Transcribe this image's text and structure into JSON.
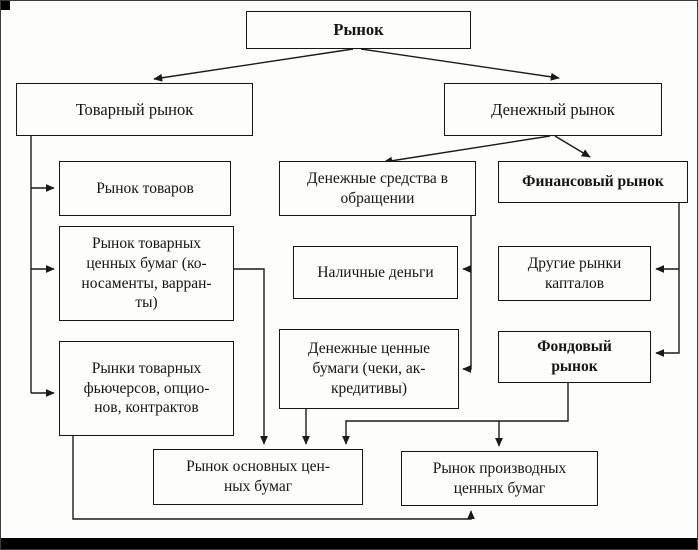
{
  "diagram": {
    "title": "Рынок",
    "nodes": {
      "root": {
        "label": "Рынок"
      },
      "commodity_market": {
        "label": "Товарный рынок"
      },
      "money_market": {
        "label": "Денежный рынок"
      },
      "goods_market": {
        "label": "Рынок товаров"
      },
      "commodity_securities": {
        "label": "Рынок товарных\nценных бумаг (ко-\nносаменты, варран-\nты)"
      },
      "futures_markets": {
        "label": "Рынки товарных\nфьючерсов, опцио-\nнов, контрактов"
      },
      "money_circulation": {
        "label": "Денежные средства в\nобращении"
      },
      "financial_market": {
        "label": "Финансовый рынок"
      },
      "cash_money": {
        "label": "Наличные деньги"
      },
      "other_capital": {
        "label": "Другие рынки\nкапталов"
      },
      "money_securities": {
        "label": "Денежные ценные\nбумаги (чеки, ак-\nкредитивы)"
      },
      "stock_market": {
        "label": "Фондовый\nрынок"
      },
      "primary_securities": {
        "label": "Рынок основных цен-\nных бумаг"
      },
      "derivative_securities": {
        "label": "Рынок производных\nценных бумаг"
      }
    },
    "edges": [
      {
        "from": "Рынок",
        "to": "Товарный рынок"
      },
      {
        "from": "Рынок",
        "to": "Денежный рынок"
      },
      {
        "from": "Товарный рынок",
        "to": "Рынок товаров"
      },
      {
        "from": "Товарный рынок",
        "to": "Рынок товарных ценных бумаг (коносаменты, варранты)"
      },
      {
        "from": "Товарный рынок",
        "to": "Рынки товарных фьючерсов, опционов, контрактов"
      },
      {
        "from": "Денежный рынок",
        "to": "Денежные средства в обращении"
      },
      {
        "from": "Денежный рынок",
        "to": "Финансовый рынок"
      },
      {
        "from": "Денежные средства в обращении",
        "to": "Наличные деньги"
      },
      {
        "from": "Денежные средства в обращении",
        "to": "Денежные ценные бумаги (чеки, аккредитивы)"
      },
      {
        "from": "Финансовый рынок",
        "to": "Другие рынки капталов"
      },
      {
        "from": "Финансовый рынок",
        "to": "Фондовый рынок"
      },
      {
        "from": "Рынок товарных ценных бумаг (коносаменты, варранты)",
        "to": "Рынок основных ценных бумаг"
      },
      {
        "from": "Денежные ценные бумаги (чеки, аккредитивы)",
        "to": "Рынок основных ценных бумаг"
      },
      {
        "from": "Фондовый рынок",
        "to": "Рынок основных ценных бумаг"
      },
      {
        "from": "Фондовый рынок",
        "to": "Рынок производных ценных бумаг"
      },
      {
        "from": "Рынки товарных фьючерсов, опционов, контрактов",
        "to": "Рынок производных ценных бумаг"
      }
    ],
    "colors": {
      "border": "#161616",
      "line": "#1a1a1a",
      "background": "#fdfdfc",
      "bottom_bar": "#000000"
    }
  }
}
